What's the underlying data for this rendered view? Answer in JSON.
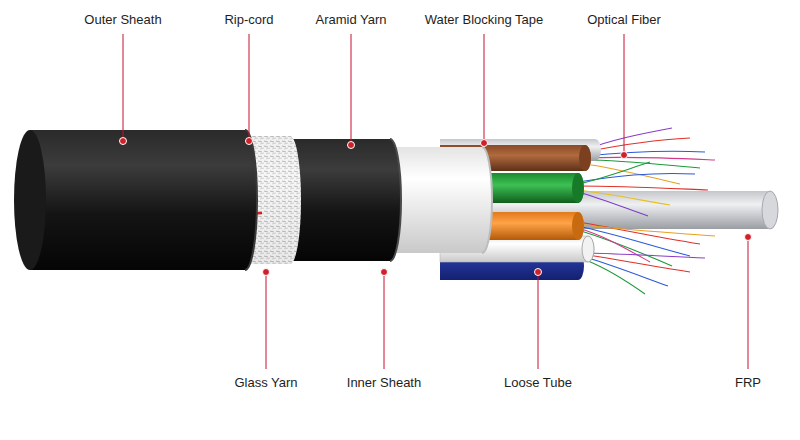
{
  "diagram": {
    "labels": [
      "Outer Sheath",
      "Rip-cord",
      "Aramid Yarn",
      "Water Blocking Tape",
      "Optical Fiber",
      "Glass Yarn",
      "Inner Sheath",
      "Loose Tube",
      "FRP"
    ]
  }
}
